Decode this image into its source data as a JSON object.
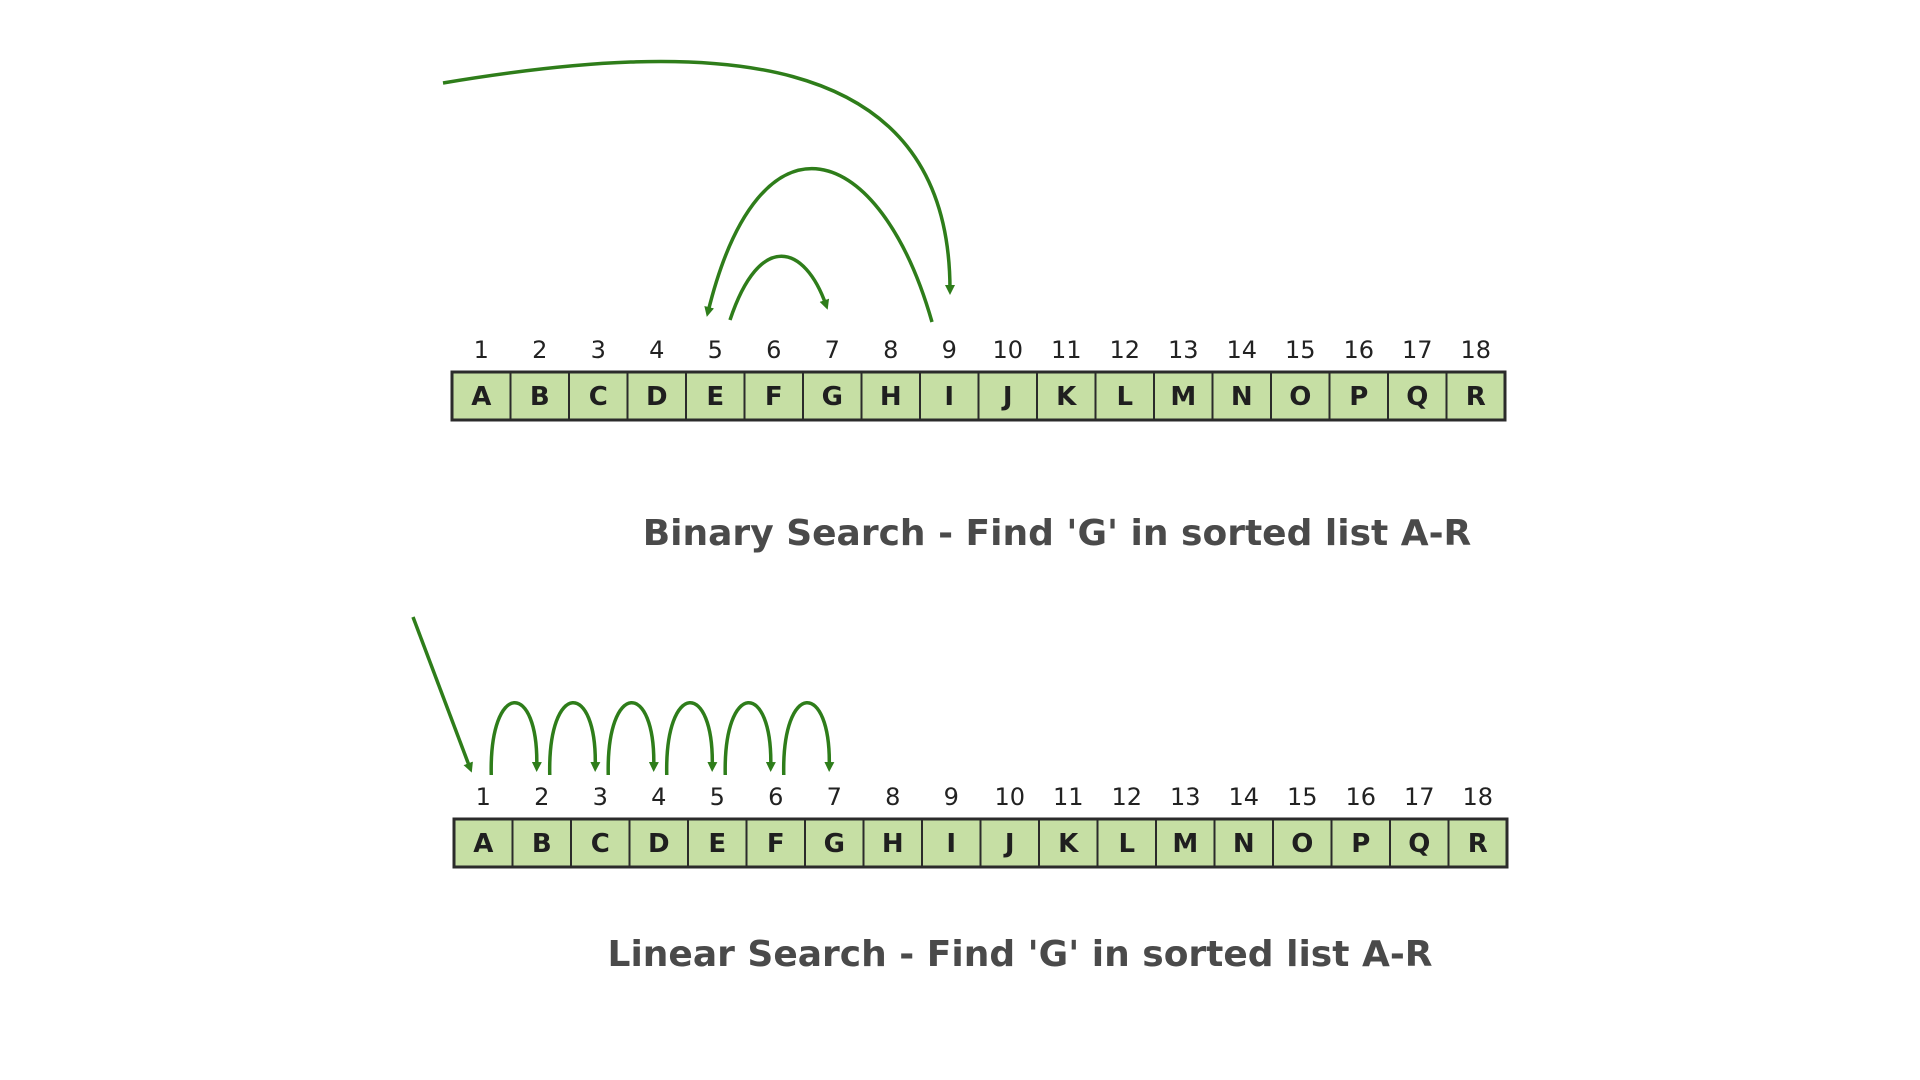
{
  "colors": {
    "cell_fill": "#c6dfa4",
    "cell_border": "#2b2b2b",
    "arrow": "#2e7d1a",
    "caption": "#4a4a4a"
  },
  "binary": {
    "indices": [
      "1",
      "2",
      "3",
      "4",
      "5",
      "6",
      "7",
      "8",
      "9",
      "10",
      "11",
      "12",
      "13",
      "14",
      "15",
      "16",
      "17",
      "18"
    ],
    "letters": [
      "A",
      "B",
      "C",
      "D",
      "E",
      "F",
      "G",
      "H",
      "I",
      "J",
      "K",
      "L",
      "M",
      "N",
      "O",
      "P",
      "Q",
      "R"
    ],
    "caption": "Binary Search - Find 'G' in sorted list A-R",
    "probe_sequence": [
      9,
      5,
      7
    ]
  },
  "linear": {
    "indices": [
      "1",
      "2",
      "3",
      "4",
      "5",
      "6",
      "7",
      "8",
      "9",
      "10",
      "11",
      "12",
      "13",
      "14",
      "15",
      "16",
      "17",
      "18"
    ],
    "letters": [
      "A",
      "B",
      "C",
      "D",
      "E",
      "F",
      "G",
      "H",
      "I",
      "J",
      "K",
      "L",
      "M",
      "N",
      "O",
      "P",
      "Q",
      "R"
    ],
    "caption": "Linear Search - Find 'G' in sorted list A-R",
    "probe_sequence": [
      1,
      2,
      3,
      4,
      5,
      6,
      7
    ]
  }
}
